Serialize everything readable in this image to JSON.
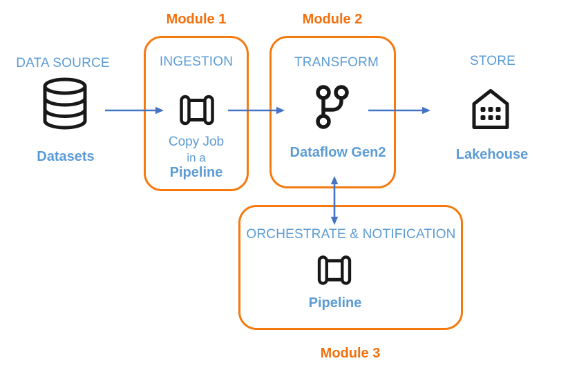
{
  "colors": {
    "label_blue": "#5B9BD5",
    "arrow_blue": "#4472C4",
    "box_orange": "#F6790D",
    "module_label_orange": "#F2700D",
    "icon_black": "#181818",
    "background": "#FFFFFF"
  },
  "source": {
    "header": "DATA SOURCE",
    "label": "Datasets",
    "icon": "database-icon"
  },
  "modules": [
    {
      "name": "Module 1",
      "header": "INGESTION",
      "icon": "pipeline-icon",
      "caption_line1": "Copy Job",
      "caption_line2": "in a",
      "caption_line3": "Pipeline"
    },
    {
      "name": "Module 2",
      "header": "TRANSFORM",
      "icon": "dataflow-icon",
      "caption": "Dataflow Gen2"
    },
    {
      "name": "Module 3",
      "header": "ORCHESTRATE & NOTIFICATION",
      "icon": "pipeline-icon",
      "caption": "Pipeline"
    }
  ],
  "store": {
    "header": "STORE",
    "label": "Lakehouse",
    "icon": "lakehouse-icon"
  },
  "connections": [
    {
      "from": "Datasets",
      "to": "Module 1",
      "type": "arrow"
    },
    {
      "from": "Module 1",
      "to": "Module 2",
      "type": "arrow"
    },
    {
      "from": "Module 2",
      "to": "Lakehouse",
      "type": "arrow"
    },
    {
      "from": "Module 2",
      "to": "Module 3",
      "type": "double-arrow"
    }
  ]
}
